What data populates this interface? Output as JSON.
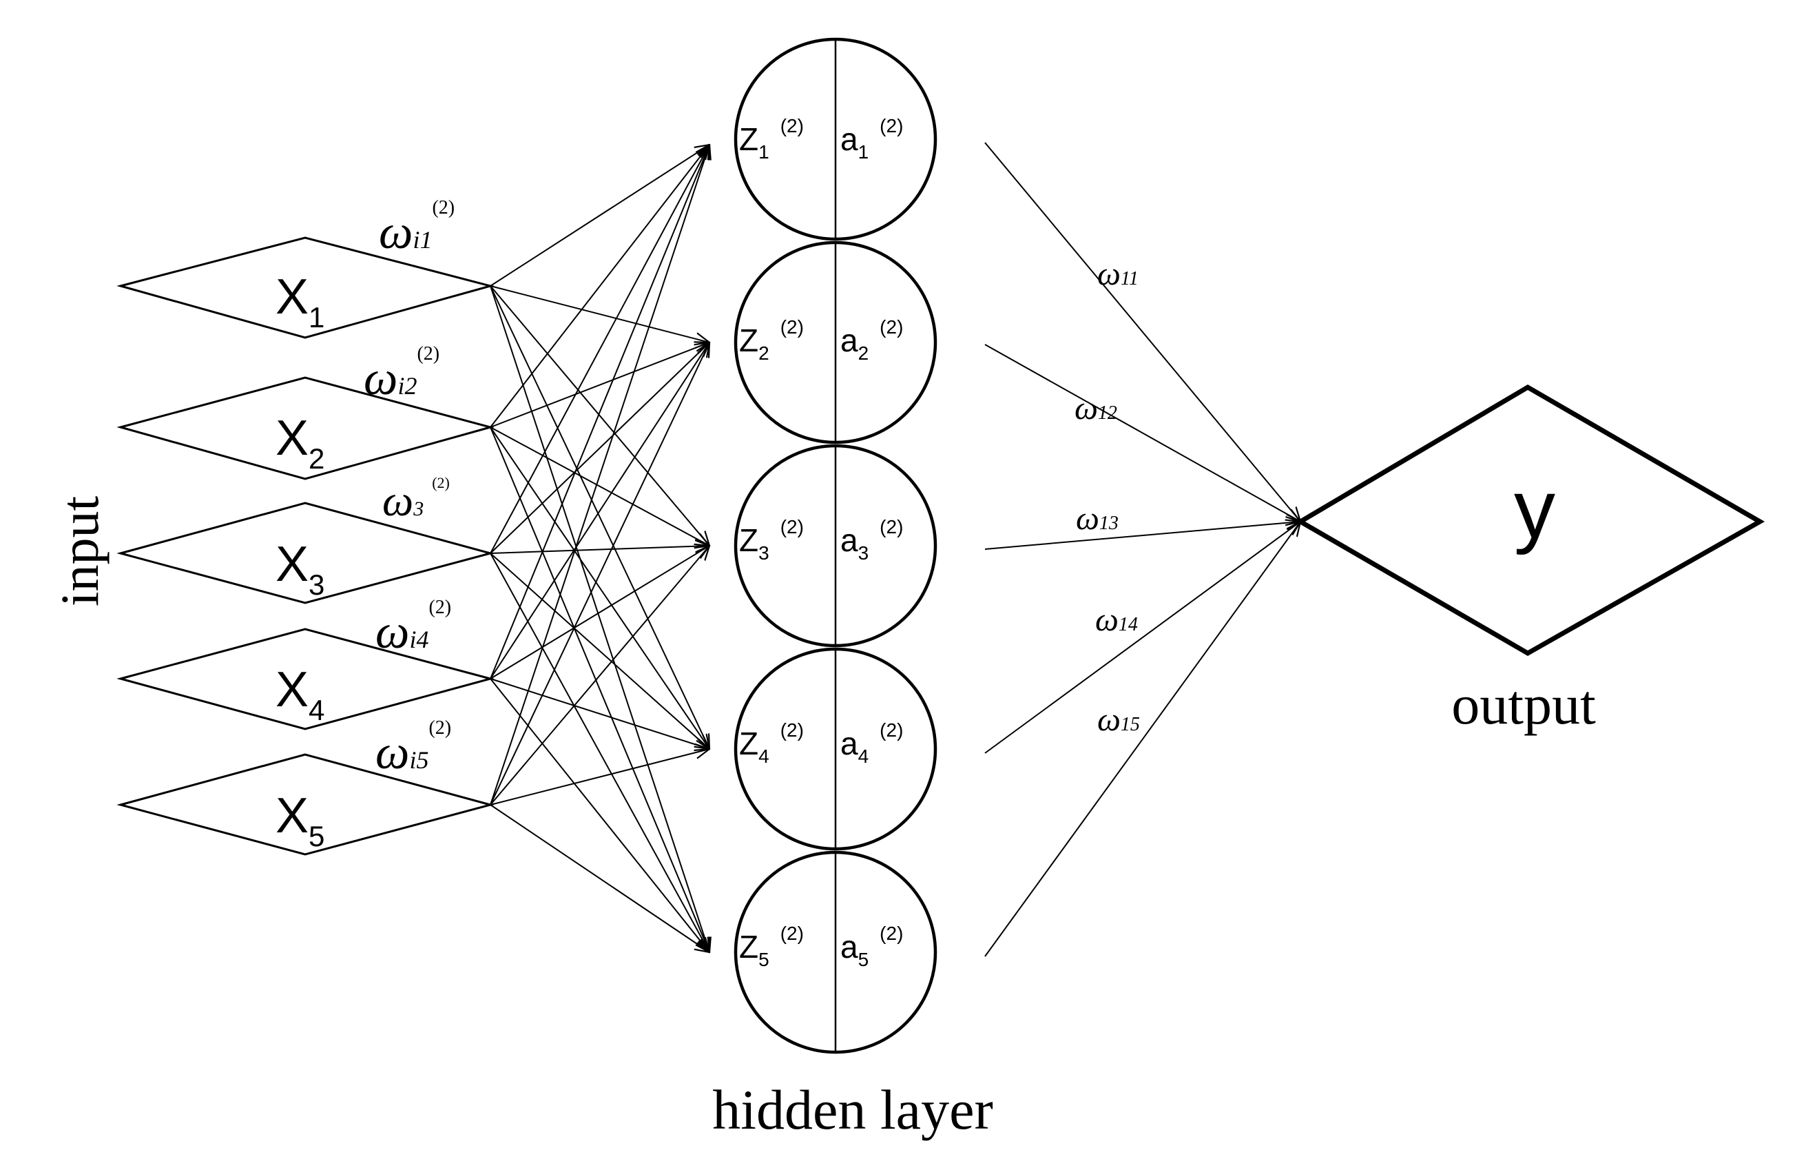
{
  "labels": {
    "input": "input",
    "hidden": "hidden layer",
    "output": "output"
  },
  "inputs": [
    {
      "main": "X",
      "sub": "1"
    },
    {
      "main": "X",
      "sub": "2"
    },
    {
      "main": "X",
      "sub": "3"
    },
    {
      "main": "X",
      "sub": "4"
    },
    {
      "main": "X",
      "sub": "5"
    }
  ],
  "input_weights": [
    {
      "main": "ω",
      "sub": "i1",
      "sup": "(2)"
    },
    {
      "main": "ω",
      "sub": "i2",
      "sup": "(2)"
    },
    {
      "main": "ω",
      "sub": "3",
      "sup": "(2)"
    },
    {
      "main": "ω",
      "sub": "i4",
      "sup": "(2)"
    },
    {
      "main": "ω",
      "sub": "i5",
      "sup": "(2)"
    }
  ],
  "hidden": [
    {
      "z": "Z",
      "z_sub": "1",
      "a": "a",
      "a_sub": "1",
      "sup": "(2)"
    },
    {
      "z": "Z",
      "z_sub": "2",
      "a": "a",
      "a_sub": "2",
      "sup": "(2)"
    },
    {
      "z": "Z",
      "z_sub": "3",
      "a": "a",
      "a_sub": "3",
      "sup": "(2)"
    },
    {
      "z": "Z",
      "z_sub": "4",
      "a": "a",
      "a_sub": "4",
      "sup": "(2)"
    },
    {
      "z": "Z",
      "z_sub": "5",
      "a": "a",
      "a_sub": "5",
      "sup": "(2)"
    }
  ],
  "output_weights": [
    {
      "main": "ω",
      "sub": "11"
    },
    {
      "main": "ω",
      "sub": "12"
    },
    {
      "main": "ω",
      "sub": "13"
    },
    {
      "main": "ω",
      "sub": "14"
    },
    {
      "main": "ω",
      "sub": "15"
    }
  ],
  "output": {
    "label": "y"
  }
}
